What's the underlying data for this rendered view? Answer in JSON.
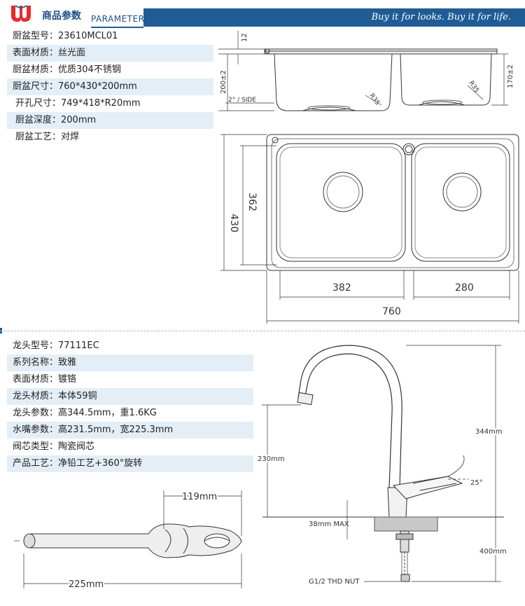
{
  "header": {
    "title_cn": "商品参数",
    "title_en": "PARAMETER",
    "slogan": "Buy it for looks. Buy it for life."
  },
  "sink_params": [
    {
      "label": "厨盆型号：",
      "value": "23610MCL01"
    },
    {
      "label": "表面材质：",
      "value": "丝光面"
    },
    {
      "label": "厨盆材质：",
      "value": "优质304不锈钢"
    },
    {
      "label": "厨盆尺寸：",
      "value": "760*430*200mm"
    },
    {
      "label": "开孔尺寸：",
      "value": "749*418*R20mm"
    },
    {
      "label": "厨盆深度：",
      "value": "200mm"
    },
    {
      "label": "厨盆工艺：",
      "value": "对焊"
    }
  ],
  "faucet_params": [
    {
      "label": "龙头型号：",
      "value": "77111EC"
    },
    {
      "label": "系列名称：",
      "value": "致雅"
    },
    {
      "label": "表面材质：",
      "value": "镀铬"
    },
    {
      "label": "龙头材质：",
      "value": "本体59铜"
    },
    {
      "label": "龙头参数：",
      "value": "高344.5mm，重1.6KG"
    },
    {
      "label": "水嘴参数：",
      "value": "高231.5mm，宽225.3mm"
    },
    {
      "label": "阀芯类型：",
      "value": "陶瓷阀芯"
    },
    {
      "label": "产品工艺：",
      "value": "净铅工艺+360°旋转"
    }
  ],
  "sink_drawing": {
    "dim_12": "12",
    "dim_200": "200±2",
    "dim_170": "170±2",
    "side_angle": "2° / SIDE",
    "r35_left": "R35",
    "r35_right": "R35",
    "dim_430": "430",
    "dim_362": "362",
    "dim_382": "382",
    "dim_280": "280",
    "dim_760": "760"
  },
  "faucet_drawing": {
    "dim_119": "119mm",
    "dim_225": "225mm",
    "dim_344": "344mm",
    "dim_230": "230mm",
    "angle_25": "25°",
    "dim_38max": "38mm MAX",
    "dim_400": "400mm",
    "thread": "G1/2 THD NUT"
  }
}
